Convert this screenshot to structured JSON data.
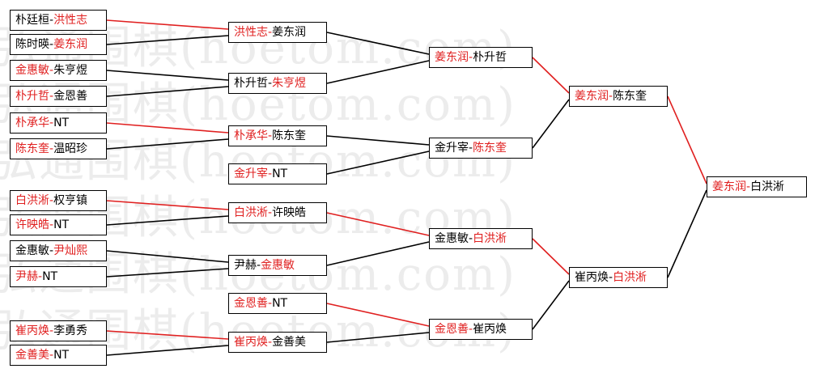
{
  "watermark_text": "弘通围棋(hoetom.com)",
  "colors": {
    "winner": "#e02020",
    "loser": "#000000"
  },
  "bracket": {
    "round1": [
      {
        "p1": "朴廷桓",
        "p2": "洪性志",
        "winner": 2
      },
      {
        "p1": "陈时暎",
        "p2": "姜东润",
        "winner": 2
      },
      {
        "p1": "金惠敏",
        "p2": "朱亨煜",
        "winner": 1
      },
      {
        "p1": "朴升哲",
        "p2": "金恩善",
        "winner": 1
      },
      {
        "p1": "朴承华",
        "p2": "NT",
        "winner": 1
      },
      {
        "p1": "陈东奎",
        "p2": "温昭珍",
        "winner": 1
      },
      {
        "p1": "白洪淅",
        "p2": "权亨镇",
        "winner": 1
      },
      {
        "p1": "许映皓",
        "p2": "NT",
        "winner": 1
      },
      {
        "p1": "金惠敏",
        "p2": "尹灿熙",
        "winner": 2
      },
      {
        "p1": "尹赫",
        "p2": "NT",
        "winner": 1
      },
      {
        "p1": "崔丙焕",
        "p2": "李勇秀",
        "winner": 1
      },
      {
        "p1": "金善美",
        "p2": "NT",
        "winner": 1
      }
    ],
    "round2": [
      {
        "p1": "洪性志",
        "p2": "姜东润",
        "winner": 1
      },
      {
        "p1": "朴升哲",
        "p2": "朱亨煜",
        "winner": 2
      },
      {
        "p1": "朴承华",
        "p2": "陈东奎",
        "winner": 1
      },
      {
        "p1": "金升宰",
        "p2": "NT",
        "winner": 1
      },
      {
        "p1": "白洪淅",
        "p2": "许映皓",
        "winner": 1
      },
      {
        "p1": "尹赫",
        "p2": "金惠敏",
        "winner": 2
      },
      {
        "p1": "金恩善",
        "p2": "NT",
        "winner": 1
      },
      {
        "p1": "崔丙焕",
        "p2": "金善美",
        "winner": 1
      }
    ],
    "round3": [
      {
        "p1": "姜东润",
        "p2": "朴升哲",
        "winner": 1
      },
      {
        "p1": "金升宰",
        "p2": "陈东奎",
        "winner": 2
      },
      {
        "p1": "金惠敏",
        "p2": "白洪淅",
        "winner": 2
      },
      {
        "p1": "金恩善",
        "p2": "崔丙焕",
        "winner": 1
      }
    ],
    "round4": [
      {
        "p1": "姜东润",
        "p2": "陈东奎",
        "winner": 1
      },
      {
        "p1": "崔丙焕",
        "p2": "白洪淅",
        "winner": 2
      }
    ],
    "final": [
      {
        "p1": "姜东润",
        "p2": "白洪淅",
        "winner": 1
      }
    ]
  }
}
